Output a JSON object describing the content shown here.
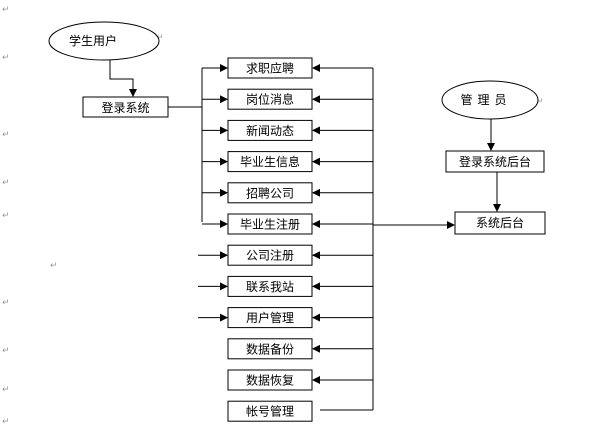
{
  "diagram": {
    "student_user": "学生用户",
    "login_system": "登录系统",
    "admin": "管理员",
    "admin_login": "登录系统后台",
    "system_backend": "系统后台",
    "modules": [
      "求职应聘",
      "岗位消息",
      "新闻动态",
      "毕业生信息",
      "招聘公司",
      "毕业生注册",
      "公司注册",
      "联系我站",
      "用户管理",
      "数据备份",
      "数据恢复",
      "帐号管理"
    ]
  },
  "paragraph_mark": "↵"
}
